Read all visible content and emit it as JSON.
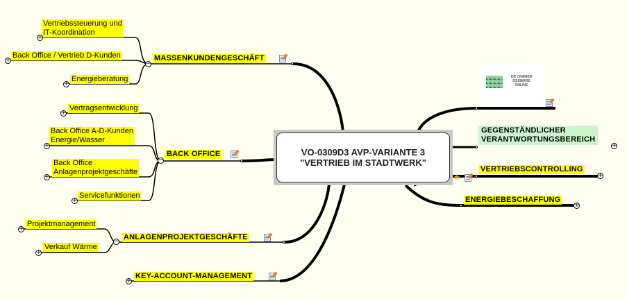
{
  "center": {
    "title": "VO-0309D3 AVP-VARIANTE 3 \"VERTRIEB IM STADTWERK\""
  },
  "left": {
    "massenkunden": {
      "label": "MASSENKUNDENGESCHÄFT",
      "children": [
        "Vertriebssteuerung und\nIT-Koordination",
        "Back Office / Vertrieb D-Kunden",
        "Energieberatung"
      ]
    },
    "back_office": {
      "label": "BACK OFFICE",
      "children": [
        "Vertragsentwicklung",
        "Back Office A-D-Kunden\nEnergie/Wasser",
        "Back Office\nAnlagenprojektgeschäfte",
        "Servicefunktionen"
      ]
    },
    "anlagen": {
      "label": "ANLAGENPROJEKTGESCHÄFTE",
      "children": [
        "Projektmanagement",
        "Verkauf Wärme"
      ]
    },
    "key_account": {
      "label": "KEY-ACCOUNT-MANAGEMENT"
    }
  },
  "right": {
    "logo": {
      "text": "DR CRAMER\nOSSWARE\nONLINE"
    },
    "gegenstaendlicher": {
      "label": "GEGENSTÄNDLICHER\nVERANTWORTUNGSBEREICH"
    },
    "vertriebscontrolling": {
      "label": "VERTRIEBSCONTROLLING"
    },
    "energiebeschaffung": {
      "label": "ENERGIEBESCHAFFUNG"
    }
  },
  "toggles": {
    "expand": "+",
    "collapse": "−"
  },
  "colors": {
    "highlight": "#ffff00",
    "green_node": "#ccf5cc",
    "background": "#fffff0"
  },
  "icons": [
    "note-icon",
    "star-icon"
  ]
}
